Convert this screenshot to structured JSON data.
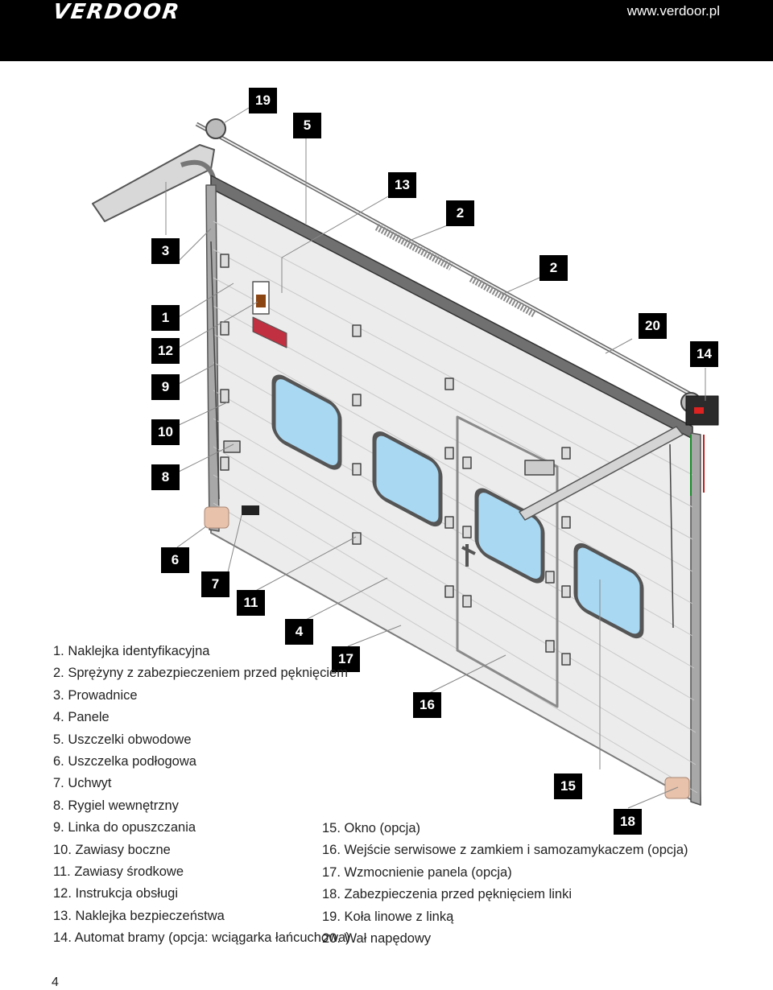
{
  "header": {
    "brand": "VERDOOR",
    "url": "www.verdoor.pl",
    "background": "#000000",
    "text_color": "#ffffff"
  },
  "callouts": [
    "19",
    "5",
    "13",
    "2",
    "2",
    "3",
    "1",
    "20",
    "12",
    "14",
    "9",
    "10",
    "8",
    "6",
    "7",
    "11",
    "4",
    "17",
    "16",
    "15",
    "18"
  ],
  "legend": {
    "left": [
      {
        "num": "1.",
        "text": "Naklejka identyfikacyjna"
      },
      {
        "num": "2.",
        "text": "Sprężyny z zabezpieczeniem przed pęknięciem"
      },
      {
        "num": "3.",
        "text": "Prowadnice"
      },
      {
        "num": "4.",
        "text": "Panele"
      },
      {
        "num": "5.",
        "text": "Uszczelki obwodowe"
      },
      {
        "num": "6.",
        "text": "Uszczelka podłogowa"
      },
      {
        "num": "7.",
        "text": "Uchwyt"
      },
      {
        "num": "8.",
        "text": "Rygiel wewnętrzny"
      },
      {
        "num": "9.",
        "text": "Linka do opuszczania"
      },
      {
        "num": "10.",
        "text": "Zawiasy boczne"
      },
      {
        "num": "11.",
        "text": "Zawiasy środkowe"
      },
      {
        "num": "12.",
        "text": "Instrukcja obsługi"
      },
      {
        "num": "13.",
        "text": "Naklejka bezpieczeństwa"
      },
      {
        "num": "14.",
        "text": "Automat bramy (opcja: wciągarka łańcuchowa)"
      }
    ],
    "right": [
      {
        "num": "15.",
        "text": "Okno (opcja)"
      },
      {
        "num": "16.",
        "text": "Wejście serwisowe z zamkiem i samozamykaczem (opcja)"
      },
      {
        "num": "17.",
        "text": "Wzmocnienie panela (opcja)"
      },
      {
        "num": "18.",
        "text": "Zabezpieczenia przed pęknięciem linki"
      },
      {
        "num": "19.",
        "text": "Koła linowe z linką"
      },
      {
        "num": "20.",
        "text": "Wał napędowy"
      }
    ]
  },
  "page_number": "4",
  "colors": {
    "panel": "#ececec",
    "frame": "#8a8a8a",
    "window_glass": "#a9d8f2",
    "window_frame": "#555555",
    "seal": "#e8c2aa",
    "callout_bg": "#000000",
    "callout_text": "#ffffff"
  }
}
